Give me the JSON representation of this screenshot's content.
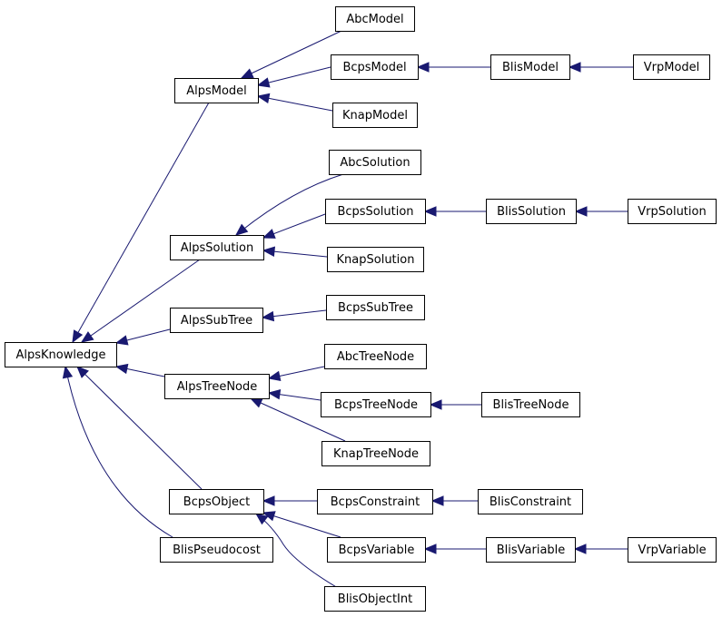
{
  "diagram": {
    "edge_color": "#191970",
    "nodes": {
      "AlpsKnowledge": "AlpsKnowledge",
      "AlpsModel": "AlpsModel",
      "AbcModel": "AbcModel",
      "BcpsModel": "BcpsModel",
      "KnapModel": "KnapModel",
      "BlisModel": "BlisModel",
      "VrpModel": "VrpModel",
      "AlpsSolution": "AlpsSolution",
      "AbcSolution": "AbcSolution",
      "BcpsSolution": "BcpsSolution",
      "KnapSolution": "KnapSolution",
      "BlisSolution": "BlisSolution",
      "VrpSolution": "VrpSolution",
      "AlpsSubTree": "AlpsSubTree",
      "BcpsSubTree": "BcpsSubTree",
      "AlpsTreeNode": "AlpsTreeNode",
      "AbcTreeNode": "AbcTreeNode",
      "BcpsTreeNode": "BcpsTreeNode",
      "KnapTreeNode": "KnapTreeNode",
      "BlisTreeNode": "BlisTreeNode",
      "BcpsObject": "BcpsObject",
      "BcpsConstraint": "BcpsConstraint",
      "BlisConstraint": "BlisConstraint",
      "BcpsVariable": "BcpsVariable",
      "BlisVariable": "BlisVariable",
      "VrpVariable": "VrpVariable",
      "BlisObjectInt": "BlisObjectInt",
      "BlisPseudocost": "BlisPseudocost"
    },
    "edges": [
      {
        "from": "AlpsModel",
        "to": "AlpsKnowledge"
      },
      {
        "from": "AlpsSolution",
        "to": "AlpsKnowledge"
      },
      {
        "from": "AlpsSubTree",
        "to": "AlpsKnowledge"
      },
      {
        "from": "AlpsTreeNode",
        "to": "AlpsKnowledge"
      },
      {
        "from": "BcpsObject",
        "to": "AlpsKnowledge"
      },
      {
        "from": "BlisPseudocost",
        "to": "AlpsKnowledge"
      },
      {
        "from": "AbcModel",
        "to": "AlpsModel"
      },
      {
        "from": "BcpsModel",
        "to": "AlpsModel"
      },
      {
        "from": "KnapModel",
        "to": "AlpsModel"
      },
      {
        "from": "BlisModel",
        "to": "BcpsModel"
      },
      {
        "from": "VrpModel",
        "to": "BlisModel"
      },
      {
        "from": "AbcSolution",
        "to": "AlpsSolution"
      },
      {
        "from": "BcpsSolution",
        "to": "AlpsSolution"
      },
      {
        "from": "KnapSolution",
        "to": "AlpsSolution"
      },
      {
        "from": "BlisSolution",
        "to": "BcpsSolution"
      },
      {
        "from": "VrpSolution",
        "to": "BlisSolution"
      },
      {
        "from": "BcpsSubTree",
        "to": "AlpsSubTree"
      },
      {
        "from": "AbcTreeNode",
        "to": "AlpsTreeNode"
      },
      {
        "from": "BcpsTreeNode",
        "to": "AlpsTreeNode"
      },
      {
        "from": "KnapTreeNode",
        "to": "AlpsTreeNode"
      },
      {
        "from": "BlisTreeNode",
        "to": "BcpsTreeNode"
      },
      {
        "from": "BcpsConstraint",
        "to": "BcpsObject"
      },
      {
        "from": "BcpsVariable",
        "to": "BcpsObject"
      },
      {
        "from": "BlisObjectInt",
        "to": "BcpsObject"
      },
      {
        "from": "BlisConstraint",
        "to": "BcpsConstraint"
      },
      {
        "from": "BlisVariable",
        "to": "BcpsVariable"
      },
      {
        "from": "VrpVariable",
        "to": "BlisVariable"
      }
    ]
  }
}
